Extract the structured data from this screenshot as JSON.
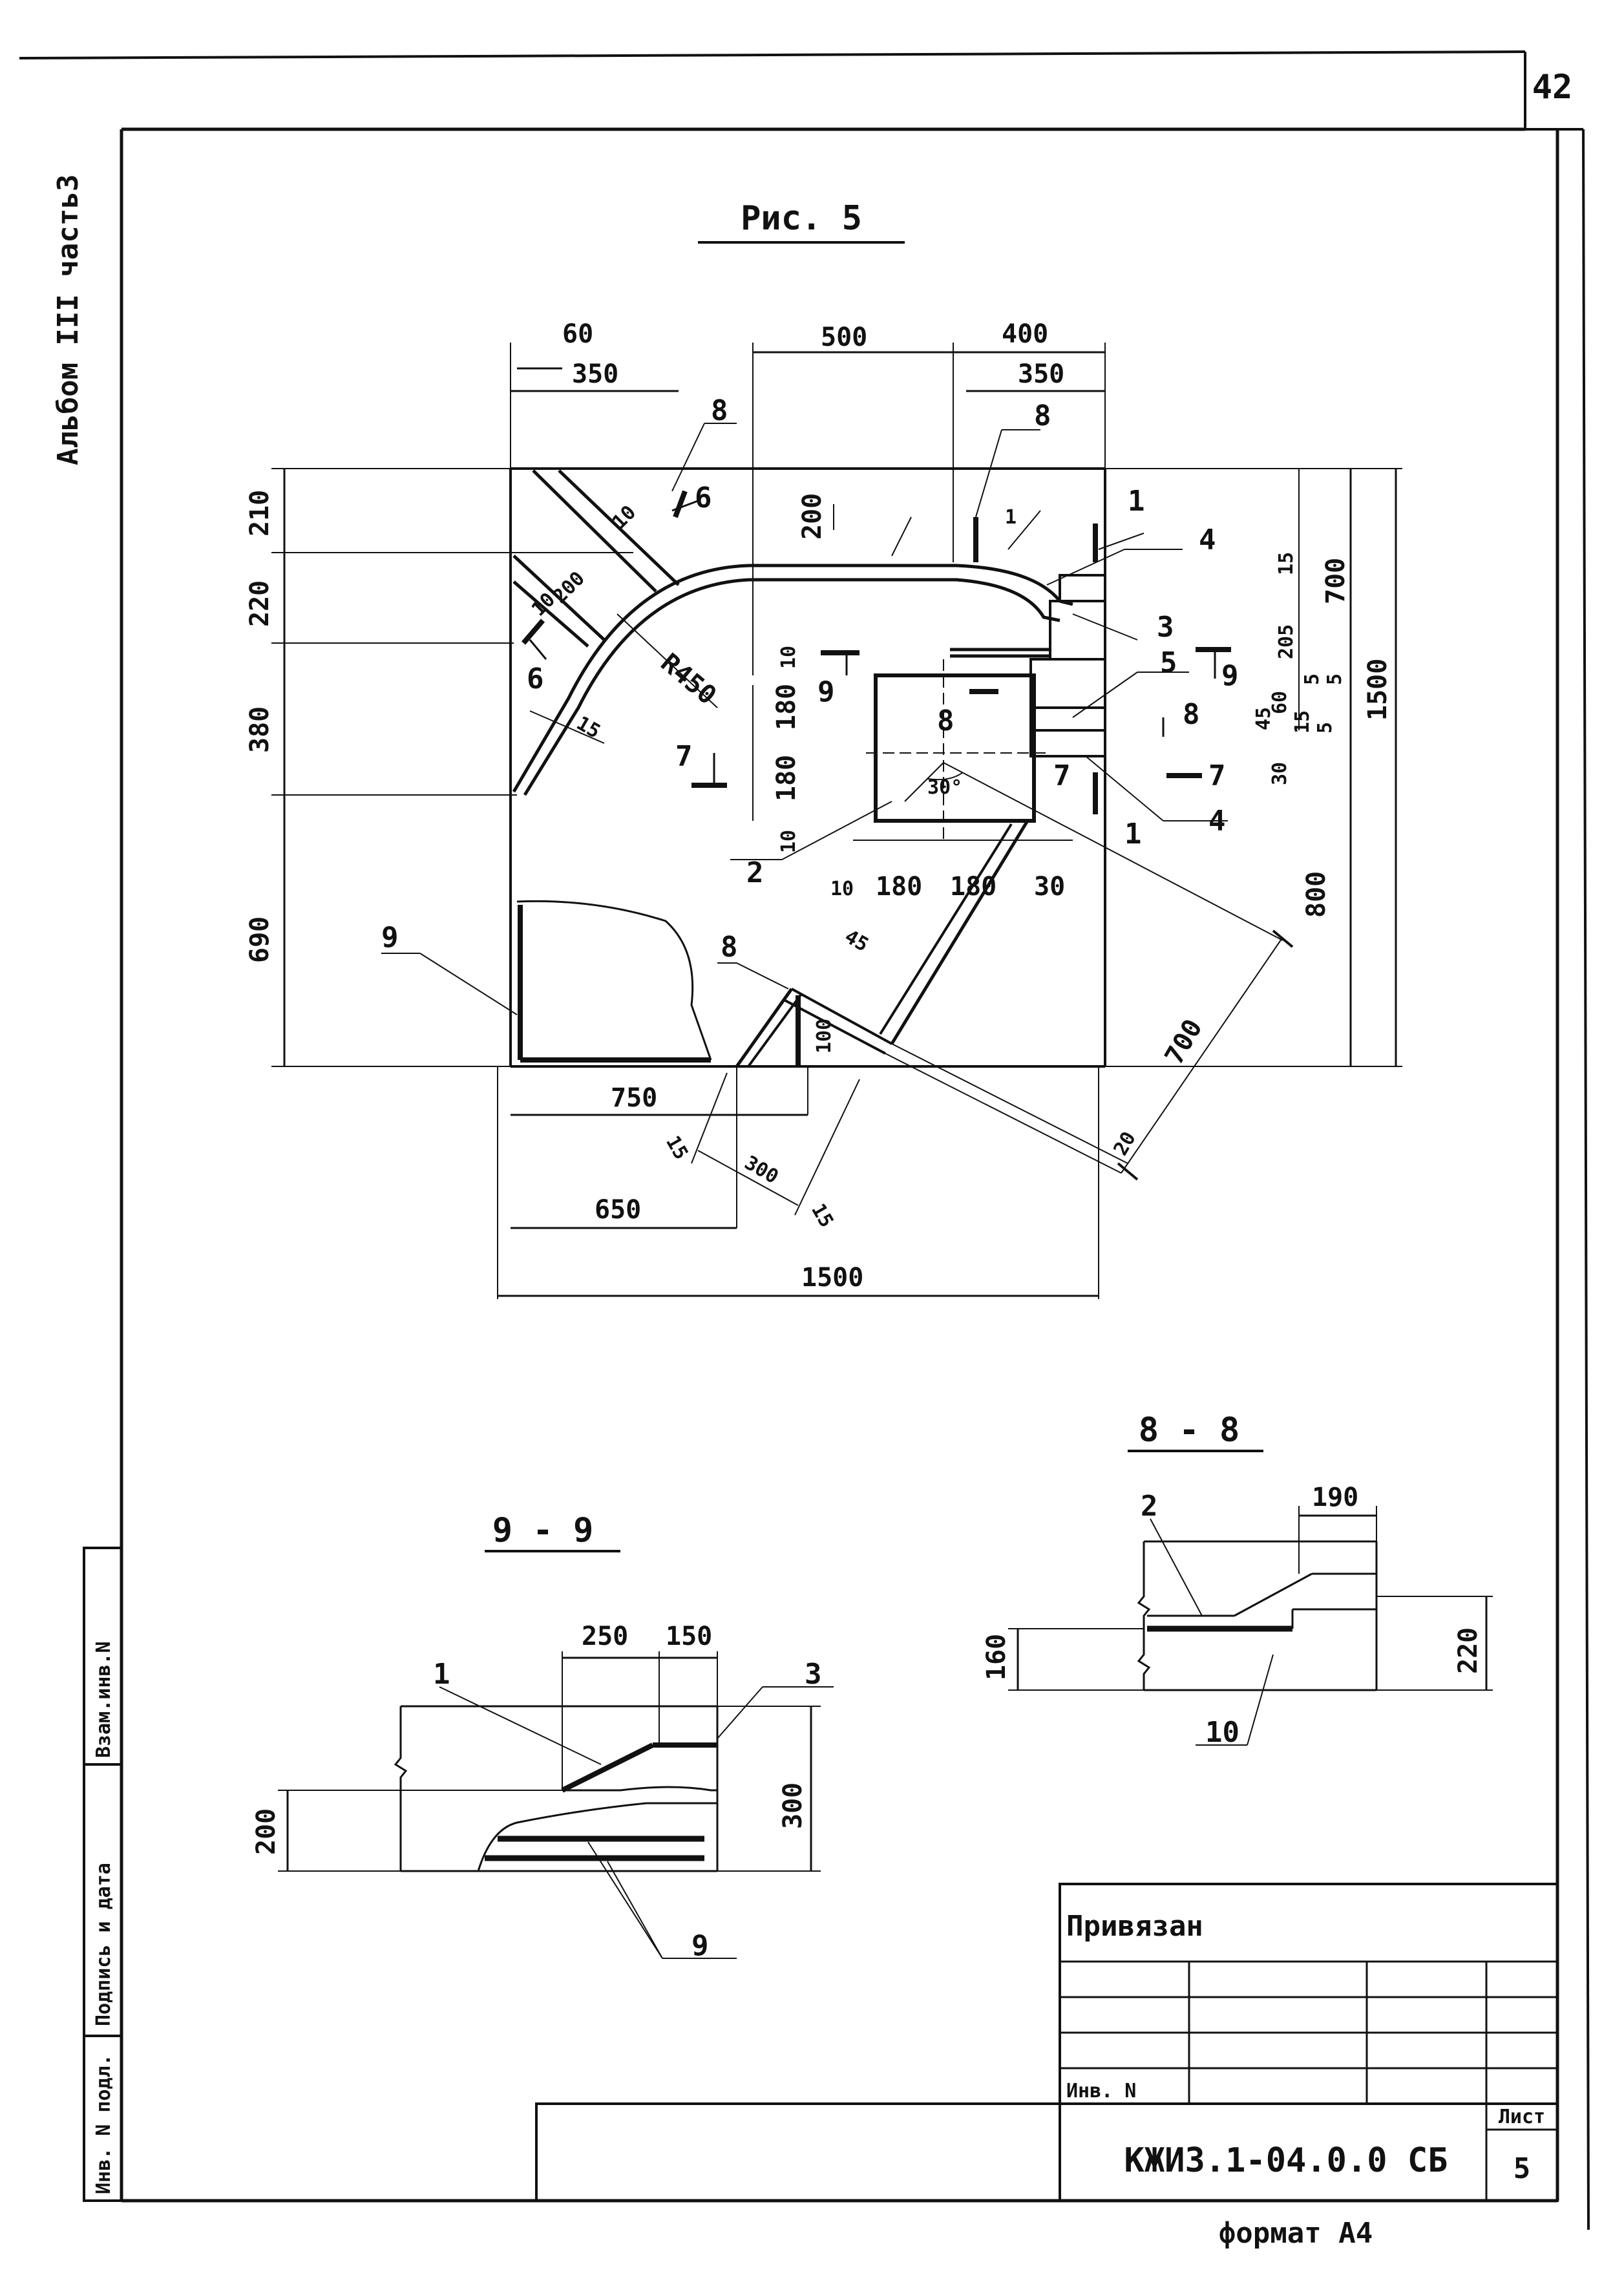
{
  "sheet": {
    "page_number": "42",
    "side_title": "Альбом III часть3",
    "figure_title": "Рис. 5",
    "stamp_label": "Привязан",
    "inv_label": "Инв. N",
    "document_code": "КЖИ3.1-04.0.0 СБ",
    "list_label": "Лист",
    "list_number": "5",
    "format": "формат А4",
    "left_strip": {
      "label_1": "Взам.инв.N",
      "label_2": "Подпись и дата",
      "label_3": "Инв. N подл."
    }
  },
  "plan": {
    "top_dims": [
      "60",
      "350",
      "500",
      "400",
      "350"
    ],
    "left_dims": [
      "210",
      "220",
      "380",
      "690"
    ],
    "right_dims": [
      "15",
      "700",
      "205",
      "5",
      "5",
      "60",
      "45",
      "15",
      "5",
      "30",
      "800",
      "1500"
    ],
    "bottom_dims": [
      "750",
      "15",
      "300",
      "15",
      "650",
      "1500"
    ],
    "inner_dims": [
      "200",
      "200",
      "10",
      "10",
      "10",
      "180",
      "180",
      "10",
      "10",
      "180",
      "180",
      "30",
      "45",
      "100",
      "700",
      "20",
      "15",
      "R450",
      "30°"
    ],
    "positions": [
      "1",
      "1",
      "1",
      "2",
      "3",
      "4",
      "4",
      "5",
      "7",
      "8",
      "8",
      "8",
      "9"
    ],
    "section_marks": [
      "6",
      "6",
      "7",
      "7",
      "8",
      "8",
      "9",
      "9"
    ]
  },
  "section_9_9": {
    "title": "9 - 9",
    "dims": [
      "250",
      "150",
      "200",
      "300"
    ],
    "positions": [
      "1",
      "3",
      "9"
    ]
  },
  "section_8_8": {
    "title": "8 - 8",
    "dims": [
      "190",
      "160",
      "220"
    ],
    "positions": [
      "2",
      "10"
    ]
  }
}
